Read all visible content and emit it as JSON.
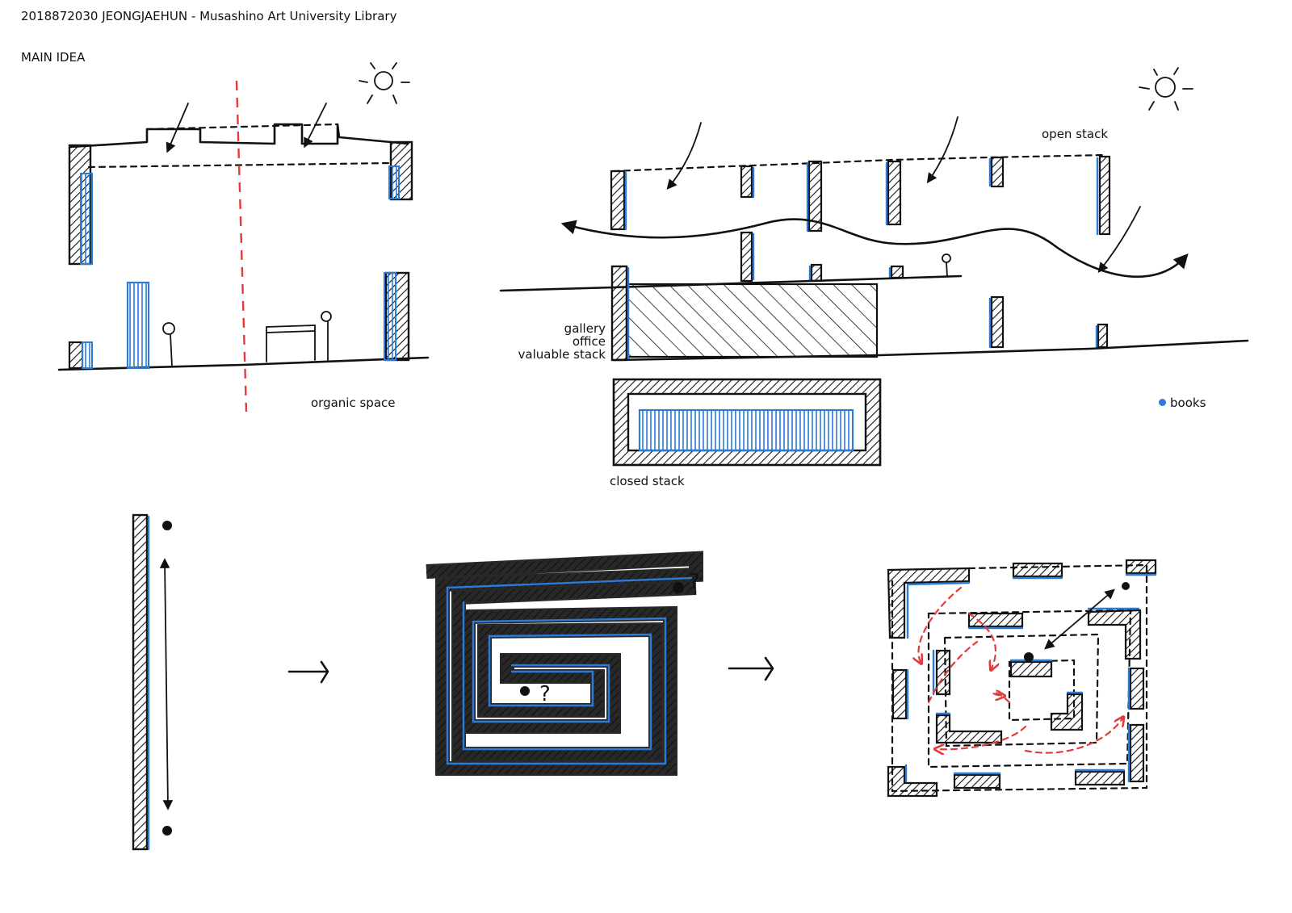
{
  "header": {
    "title": "2018872030 JEONGJAEHUN - Musashino Art University Library",
    "section": "MAIN IDEA"
  },
  "labels": {
    "organic_space": "organic space",
    "open_stack": "open stack",
    "gallery": "gallery",
    "office": "office",
    "valuable_stack": "valuable stack",
    "closed_stack": "closed stack",
    "books": "books",
    "question_mark_1": "?",
    "question_mark_2": "?"
  },
  "colors": {
    "ink": "#111111",
    "books_blue": "#2b7bd8",
    "axis_red": "#e23b3b"
  },
  "icons": [
    "sun-icon",
    "arrow-right-icon",
    "bullet-icon"
  ]
}
